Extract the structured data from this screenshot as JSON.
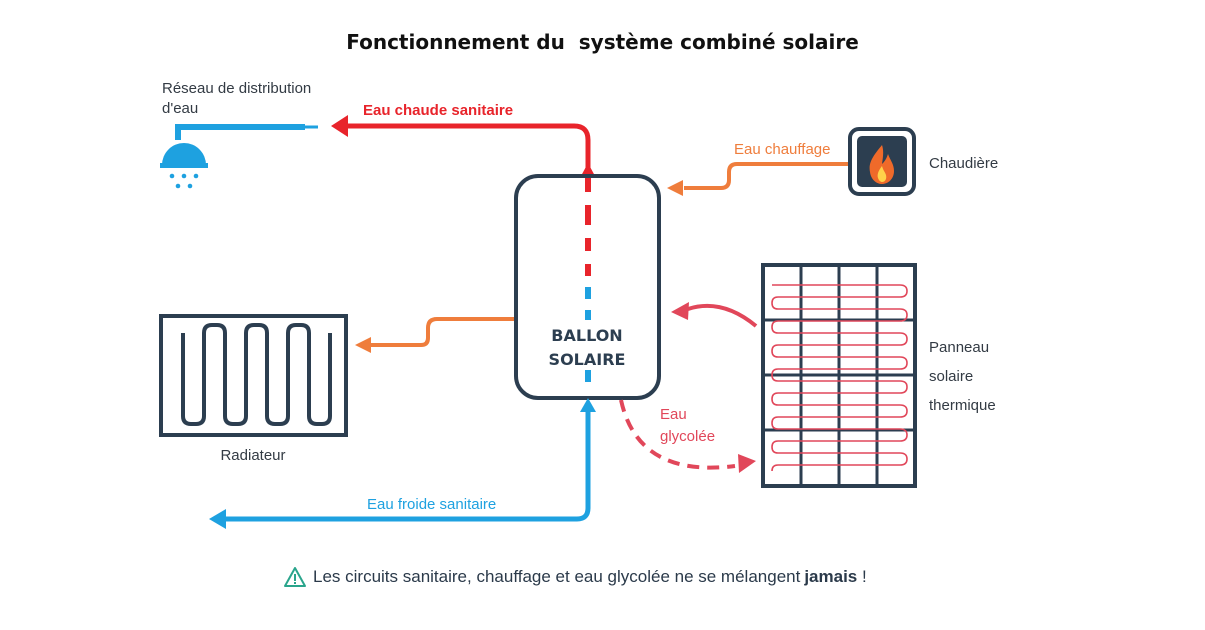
{
  "title": "Fonctionnement du  système combiné solaire",
  "labels": {
    "reseau_line1": "Réseau de distribution",
    "reseau_line2": "d'eau",
    "eau_chaude": "Eau chaude sanitaire",
    "eau_chauffage": "Eau chauffage",
    "chaudiere": "Chaudière",
    "ballon_line1": "BALLON",
    "ballon_line2": "SOLAIRE",
    "radiateur": "Radiateur",
    "panneau_line1": "Panneau",
    "panneau_line2": "solaire",
    "panneau_line3": "thermique",
    "eau_glycolee_line1": "Eau",
    "eau_glycolee_line2": "glycolée",
    "eau_froide": "Eau froide sanitaire"
  },
  "note": {
    "text": "Les circuits sanitaire, chauffage et eau glycolée ne se mélangent",
    "emphasis": "jamais",
    "end": " !"
  },
  "icons": {
    "shower": "shower-icon",
    "boiler": "flame-icon",
    "warning": "warning-icon"
  },
  "colors": {
    "hot_water": "#e8242b",
    "cold_water": "#1ea1e0",
    "heating": "#ef7d3c",
    "glycol": "#e1475a",
    "outline": "#2c3e50",
    "label_dark": "#333b44"
  }
}
